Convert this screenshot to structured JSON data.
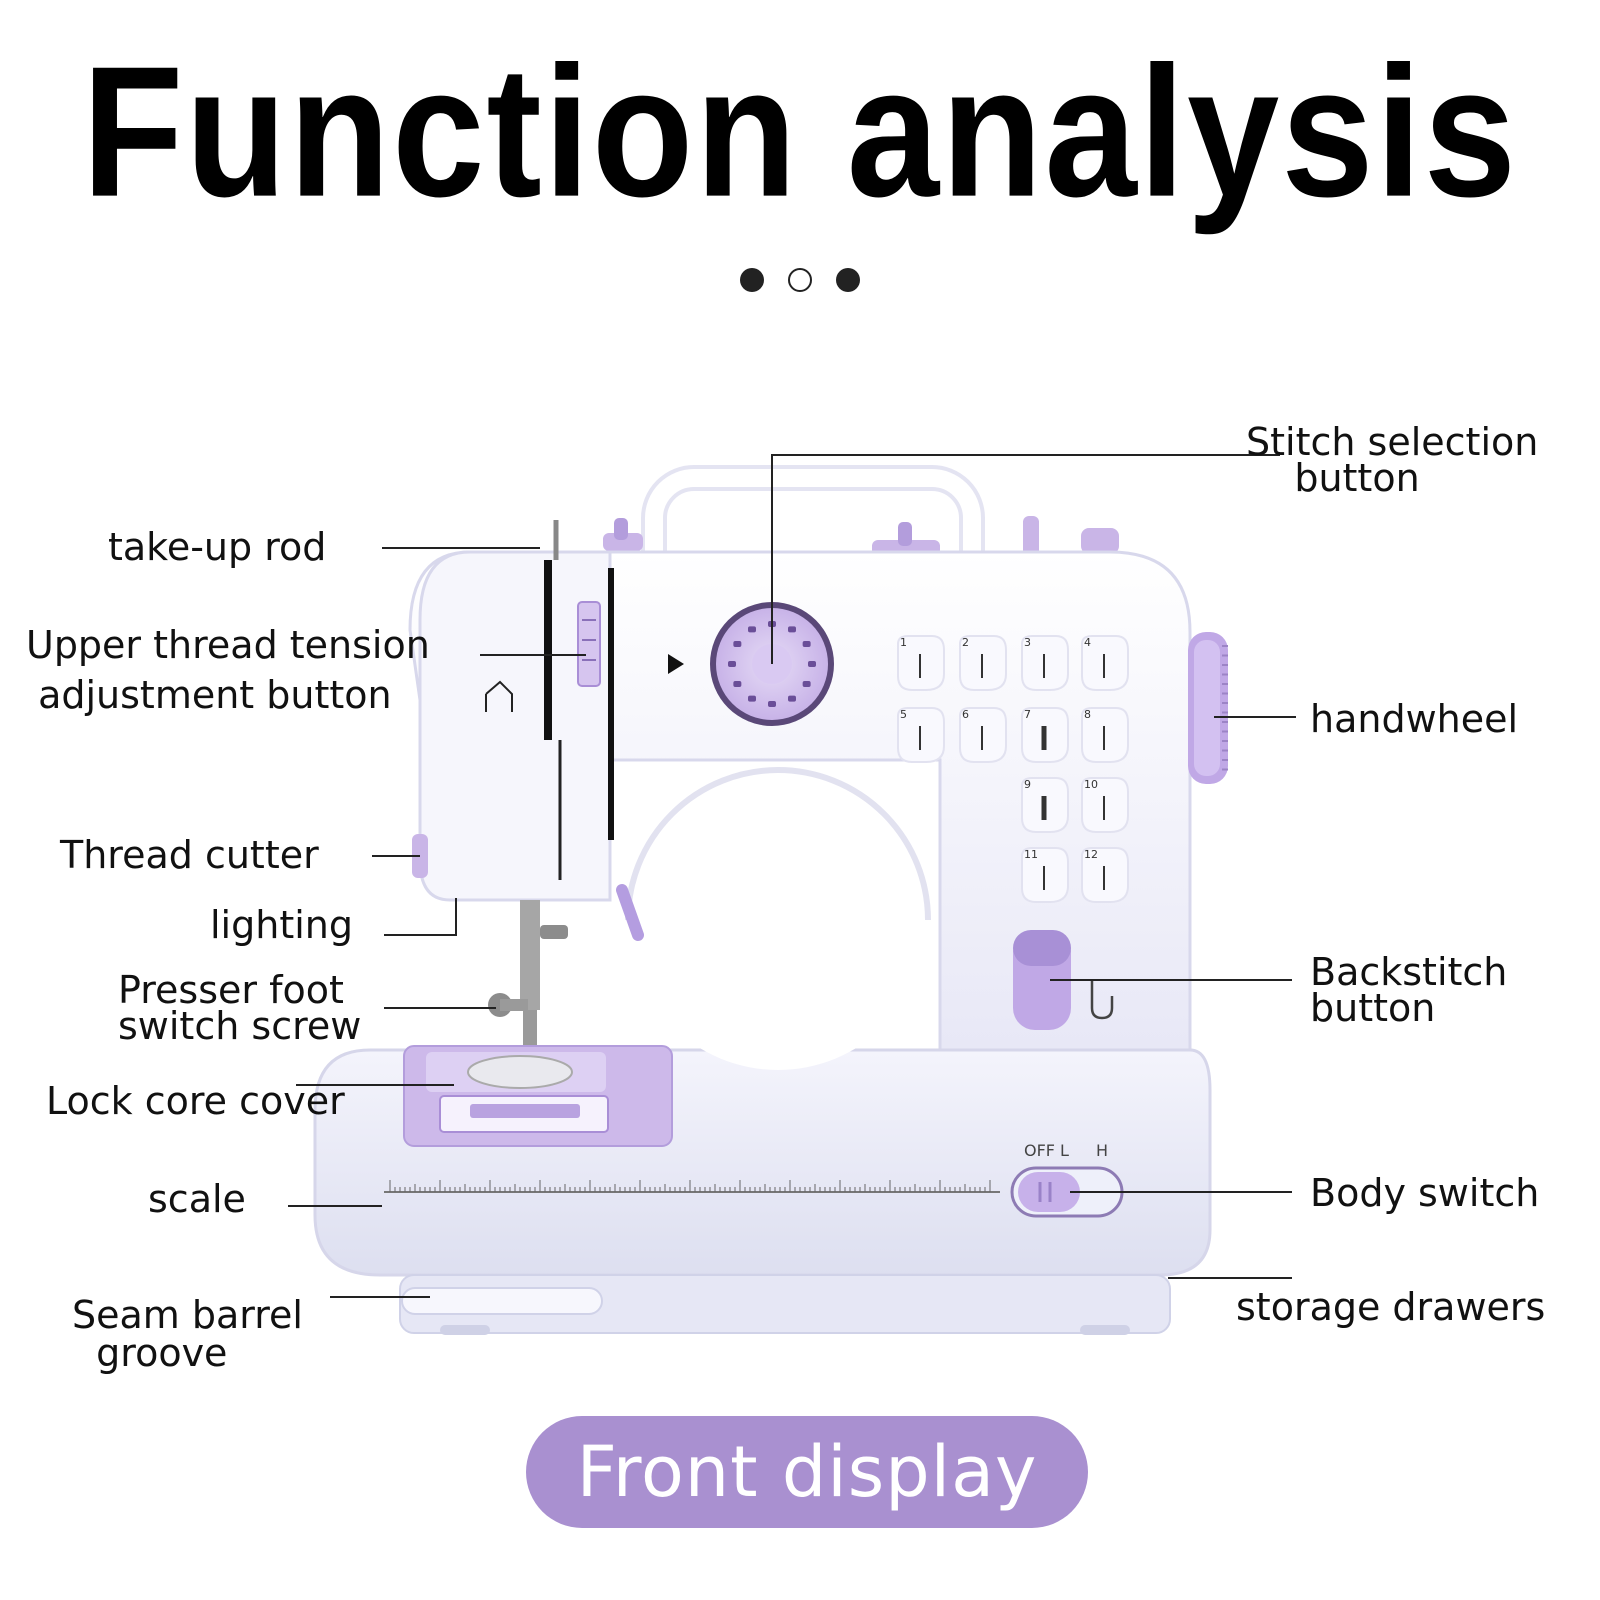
{
  "title": "Function analysis",
  "pager": {
    "dots": [
      "filled",
      "hollow",
      "filled"
    ]
  },
  "labels": {
    "take_up_rod": "take-up rod",
    "upper_thread_tension": "Upper thread tension\n adjustment button",
    "thread_cutter": "Thread cutter",
    "lighting": "lighting",
    "presser_foot": "Presser foot\nswitch screw",
    "lock_core_cover": "Lock core cover",
    "scale": "scale",
    "seam_barrel_groove": "Seam barrel\n  groove",
    "stitch_selection": "Stitch selection\n    button",
    "handwheel": "handwheel",
    "backstitch": "Backstitch\nbutton",
    "body_switch": "Body switch",
    "storage_drawers": "storage drawers"
  },
  "machine": {
    "switch_marks": [
      "OFF",
      "L",
      "H"
    ],
    "stitch_numbers": [
      "1",
      "2",
      "3",
      "4",
      "5",
      "6",
      "7",
      "8",
      "9",
      "10",
      "11",
      "12"
    ],
    "colors": {
      "body": "#f4f4fb",
      "body_shadow": "#dcdcef",
      "accent": "#c7b3e6",
      "accent_dark": "#9c84c6",
      "metal": "#9a9a9a"
    }
  },
  "badge": {
    "label": "Front display",
    "color": "#a990d0"
  }
}
